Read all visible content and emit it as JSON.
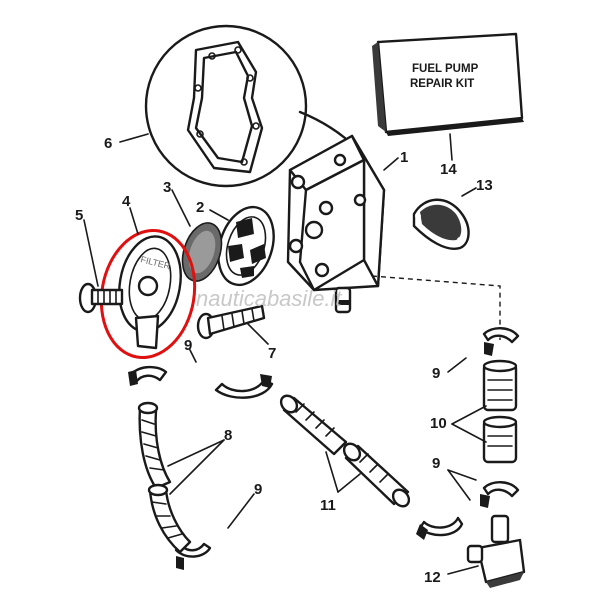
{
  "kit_label": {
    "line1": "FUEL PUMP",
    "line2": "REPAIR KIT"
  },
  "watermark": "nauticabasile.it",
  "callouts": {
    "c1": "1",
    "c2": "2",
    "c3": "3",
    "c4": "4",
    "c5": "5",
    "c6": "6",
    "c7": "7",
    "c8": "8",
    "c9a": "9",
    "c9b": "9",
    "c9c": "9",
    "c9d": "9",
    "c10": "10",
    "c11": "11",
    "c12": "12",
    "c13": "13",
    "c14": "14"
  },
  "colors": {
    "line": "#1a1a1a",
    "highlight": "#e01010",
    "watermark": "#c8c8c8"
  }
}
